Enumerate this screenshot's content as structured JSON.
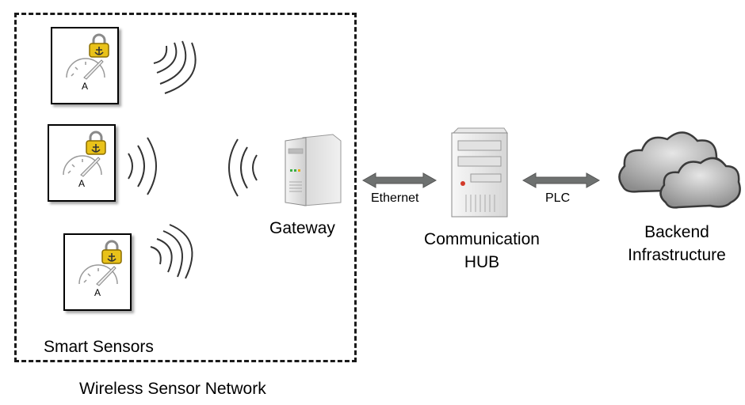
{
  "network": {
    "box_label": "Wireless Sensor Network",
    "sensors_label": "Smart Sensors",
    "sensors": [
      {
        "unit": "A"
      },
      {
        "unit": "A"
      },
      {
        "unit": "A"
      }
    ],
    "gateway_label": "Gateway"
  },
  "links": {
    "ethernet_label": "Ethernet",
    "plc_label": "PLC"
  },
  "hub": {
    "label_line1": "Communication",
    "label_line2": "HUB"
  },
  "backend": {
    "label_line1": "Backend",
    "label_line2": "Infrastructure"
  },
  "icons": [
    "padlock-icon",
    "gauge-icon",
    "wireless-signal-icon",
    "server-icon",
    "cloud-icon",
    "double-arrow-icon"
  ],
  "colors": {
    "arrow": "#6e7170",
    "lock": "#e9c21a",
    "cloud": "#9a9a9a"
  }
}
